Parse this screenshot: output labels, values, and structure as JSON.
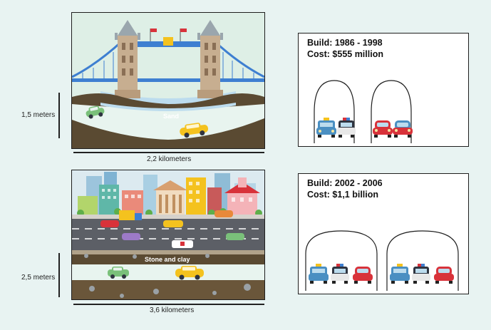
{
  "top": {
    "depth_label": "1,5 meters",
    "length_label": "2,2 kilometers",
    "ground_label": "Sand",
    "info": {
      "build": "Build: 1986 - 1998",
      "cost": "Cost: $555 million"
    }
  },
  "bottom": {
    "depth_label": "2,5 meters",
    "length_label": "3,6 kilometers",
    "ground_label": "Stone and clay",
    "info": {
      "build": "Build: 2002 - 2006",
      "cost": "Cost: $1,1 billion"
    }
  },
  "colors": {
    "background": "#e8f3f2",
    "sky": "#deefe6",
    "river": "#bcdcee",
    "earth": "#5a4a32",
    "tunnel": "#e8f4ef",
    "road": "#5c5f66",
    "car_blue": "#4a8fc2",
    "car_dark": "#2f3440",
    "car_red": "#d8323a",
    "taxi": "#f4c21e"
  },
  "icons": [
    "tower-bridge-illustration",
    "city-skyline-illustration",
    "car-icon",
    "taxi-icon",
    "police-car-icon"
  ]
}
